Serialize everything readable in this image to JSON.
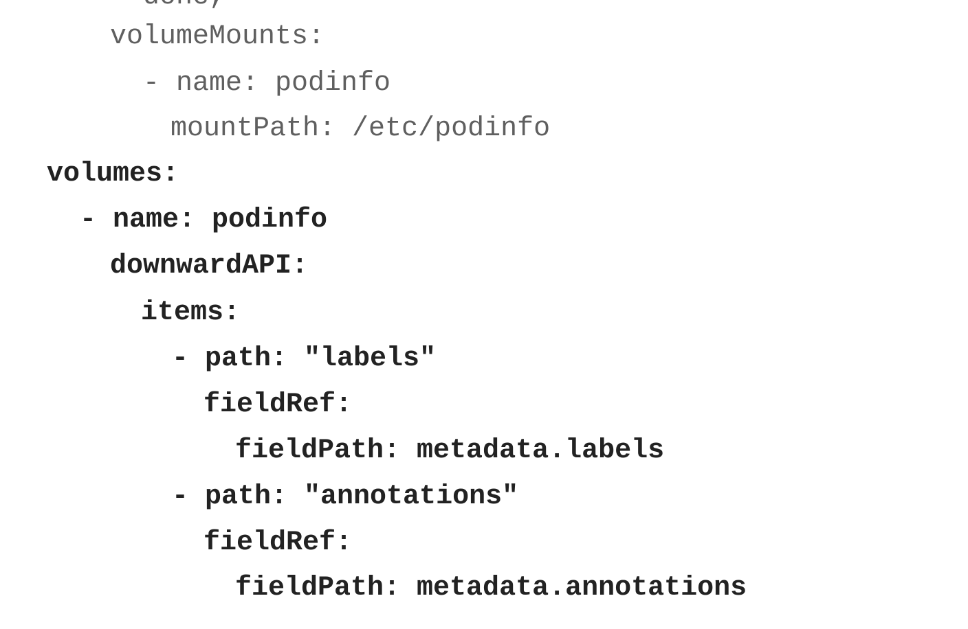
{
  "code_lines": [
    "done,",
    "volumeMounts:",
    "- name: podinfo",
    "mountPath: /etc/podinfo",
    "volumes:",
    "- name: podinfo",
    "downwardAPI:",
    "items:",
    "- path: \"labels\"",
    "fieldRef:",
    "fieldPath: metadata.labels",
    "- path: \"annotations\"",
    "fieldRef:",
    "fieldPath: metadata.annotations"
  ]
}
